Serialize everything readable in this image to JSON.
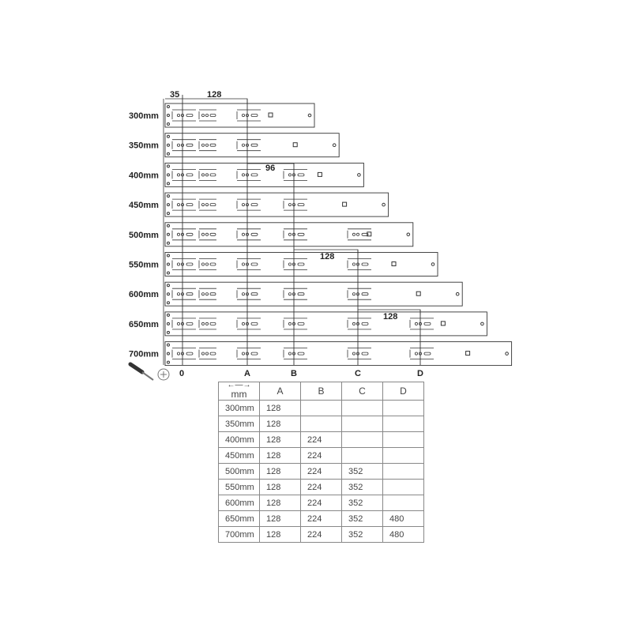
{
  "rows": [
    "300mm",
    "350mm",
    "400mm",
    "450mm",
    "500mm",
    "550mm",
    "600mm",
    "650mm",
    "700mm"
  ],
  "axis_labels": [
    "0",
    "A",
    "B",
    "C",
    "D"
  ],
  "dimensions": {
    "d35": "35",
    "d128a": "128",
    "d96": "96",
    "d128b": "128",
    "d128c": "128"
  },
  "table": {
    "header": [
      "mm",
      "A",
      "B",
      "C",
      "D"
    ],
    "rows": [
      [
        "300mm",
        "128",
        "",
        "",
        ""
      ],
      [
        "350mm",
        "128",
        "",
        "",
        ""
      ],
      [
        "400mm",
        "128",
        "224",
        "",
        ""
      ],
      [
        "450mm",
        "128",
        "224",
        "",
        ""
      ],
      [
        "500mm",
        "128",
        "224",
        "352",
        ""
      ],
      [
        "550mm",
        "128",
        "224",
        "352",
        ""
      ],
      [
        "600mm",
        "128",
        "224",
        "352",
        ""
      ],
      [
        "650mm",
        "128",
        "224",
        "352",
        "480"
      ],
      [
        "700mm",
        "128",
        "224",
        "352",
        "480"
      ]
    ]
  },
  "icons": [
    "screwdriver-icon",
    "screw-icon"
  ]
}
